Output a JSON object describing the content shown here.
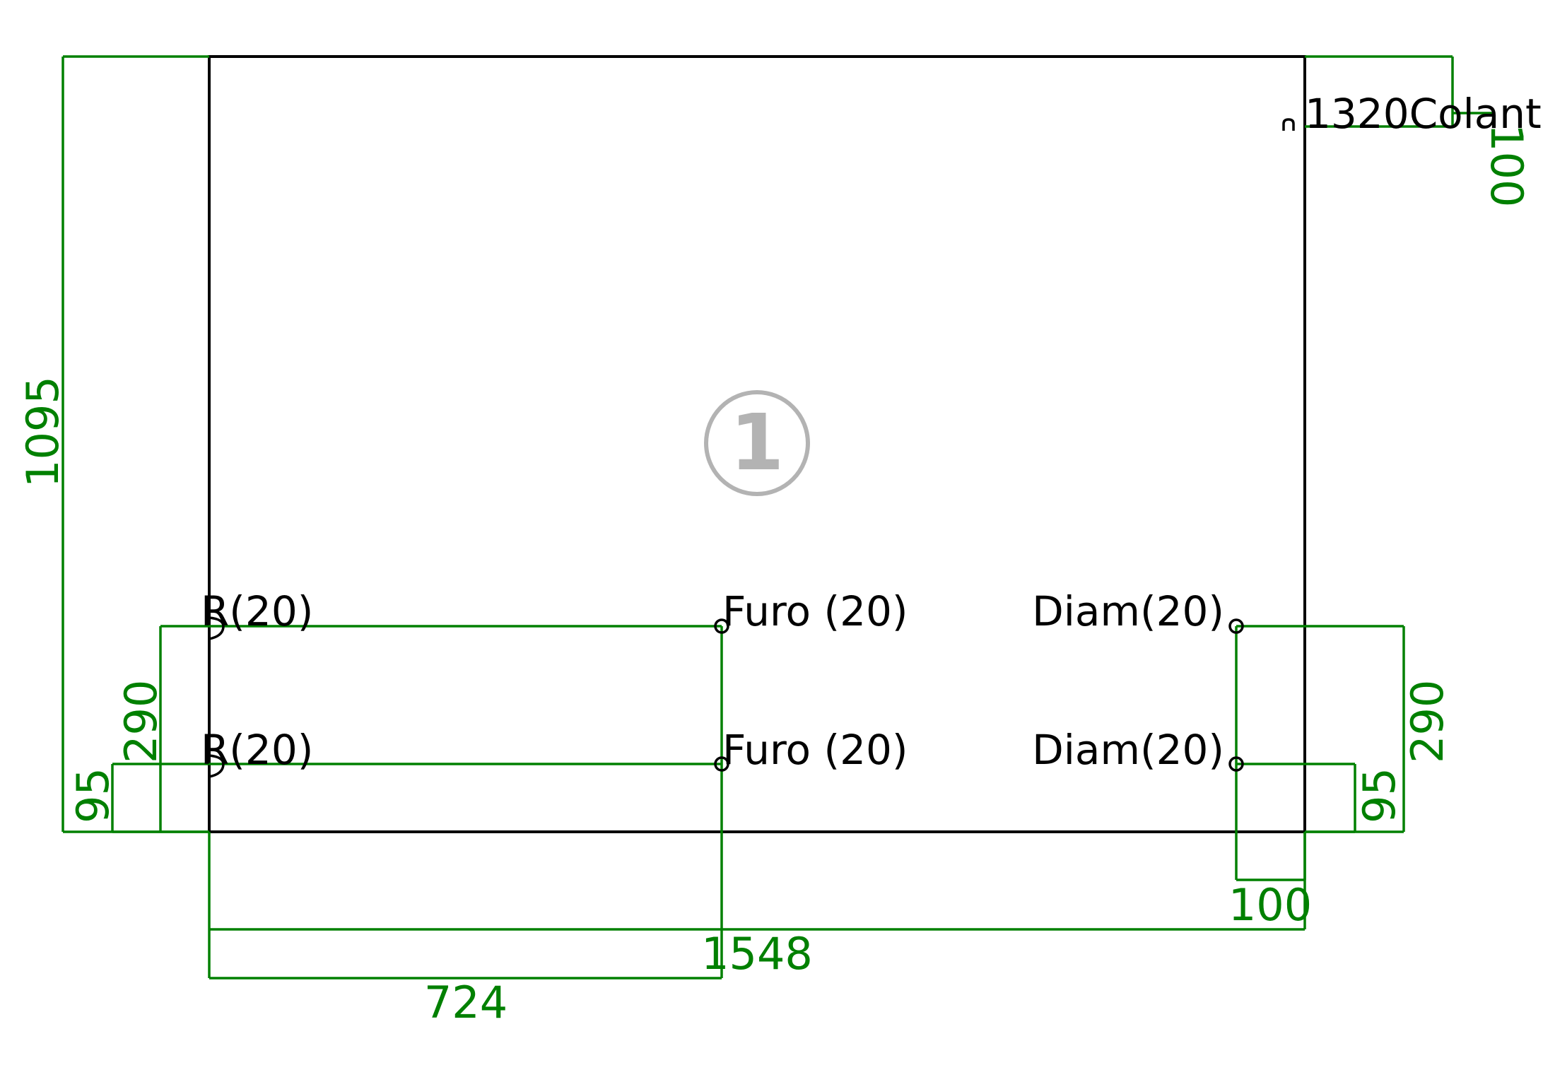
{
  "part": {
    "marker_number": "1",
    "marker_color": "#b3b3b3",
    "outline_color": "#000000",
    "dimension_color": "#008000"
  },
  "dimensions": {
    "overall_height": "1095",
    "overall_width": "1548",
    "center_offset": "724",
    "left_row_offset": "290",
    "left_edge_offset": "95",
    "right_row_offset": "290",
    "right_edge_offset": "95",
    "right_inset": "100",
    "top_right_offset": "100"
  },
  "labels": {
    "edge_band": "1320Colante",
    "corner_top": "R(20)",
    "corner_bottom": "R(20)",
    "hole_center_top": "Furo (20)",
    "hole_center_bottom": "Furo (20)",
    "hole_right_top": "Diam(20)",
    "hole_right_bottom": "Diam(20)"
  }
}
